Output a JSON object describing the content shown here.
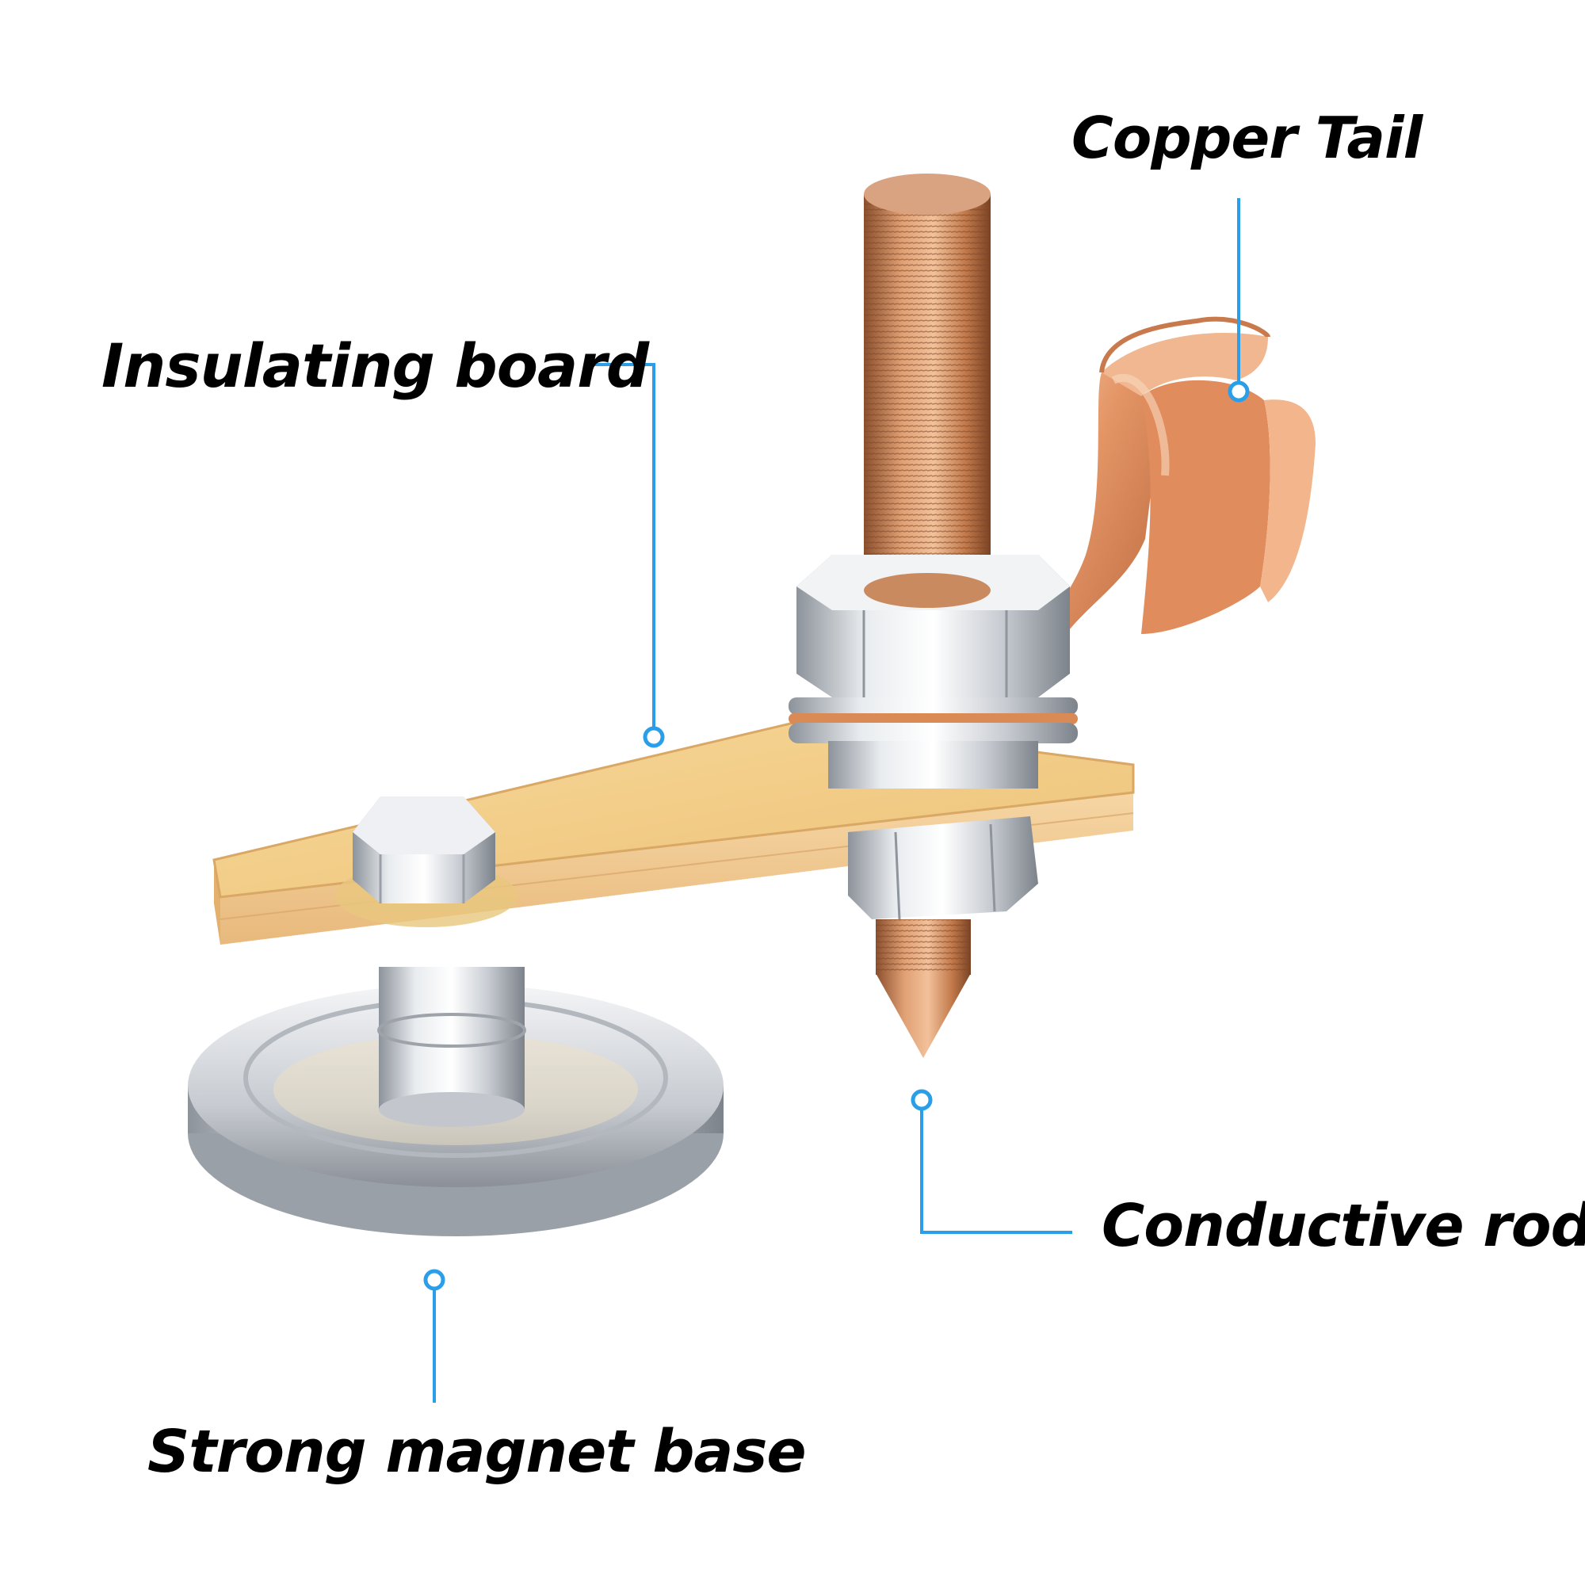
{
  "labels": {
    "copper_tail": "Copper Tail",
    "insulating_board": "Insulating board",
    "conductive_rod": "Conductive rod",
    "strong_magnet_base": "Strong magnet base"
  },
  "colors": {
    "callout_line": "#2a9ee8",
    "label_text": "#000000",
    "board": "#f3cf86",
    "copper": "#d88a55",
    "steel": "#cfd3d8"
  },
  "icons": {
    "product": "magnetic-welding-ground-clamp"
  }
}
